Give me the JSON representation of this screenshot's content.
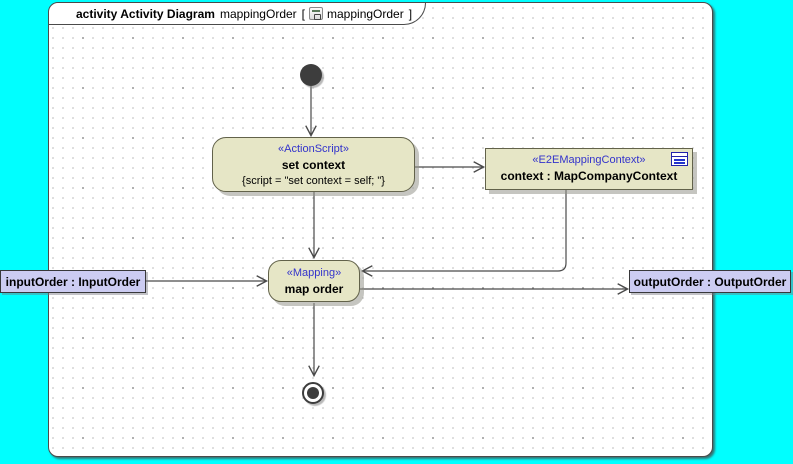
{
  "frame": {
    "title_keyword": "activity Activity Diagram",
    "diagram_name": "mappingOrder",
    "bracket_open": "[",
    "diagram_ref": "mappingOrder",
    "bracket_close": "]",
    "icon": "activity-diagram-icon"
  },
  "nodes": {
    "initial": {
      "type": "initial-node"
    },
    "action": {
      "stereotype": "«ActionScript»",
      "name": "set context",
      "body": "{script = \"set context = self; \"}"
    },
    "context": {
      "stereotype": "«E2EMappingContext»",
      "name": "context : MapCompanyContext",
      "icon": "properties-lines-icon"
    },
    "mapping": {
      "stereotype": "«Mapping»",
      "name": "map order"
    },
    "final": {
      "type": "activity-final-node"
    }
  },
  "params": {
    "input": {
      "label": "inputOrder : InputOrder"
    },
    "output": {
      "label": "outputOrder : OutputOrder"
    }
  },
  "colors": {
    "canvas_background": "#00ffff",
    "frame_background": "#ffffff",
    "node_fill": "#e6e6c6",
    "parameter_fill": "#ccccf2",
    "stereotype_text": "#3333cc",
    "edge_stroke": "#4a4a4a",
    "text": "#000000"
  }
}
